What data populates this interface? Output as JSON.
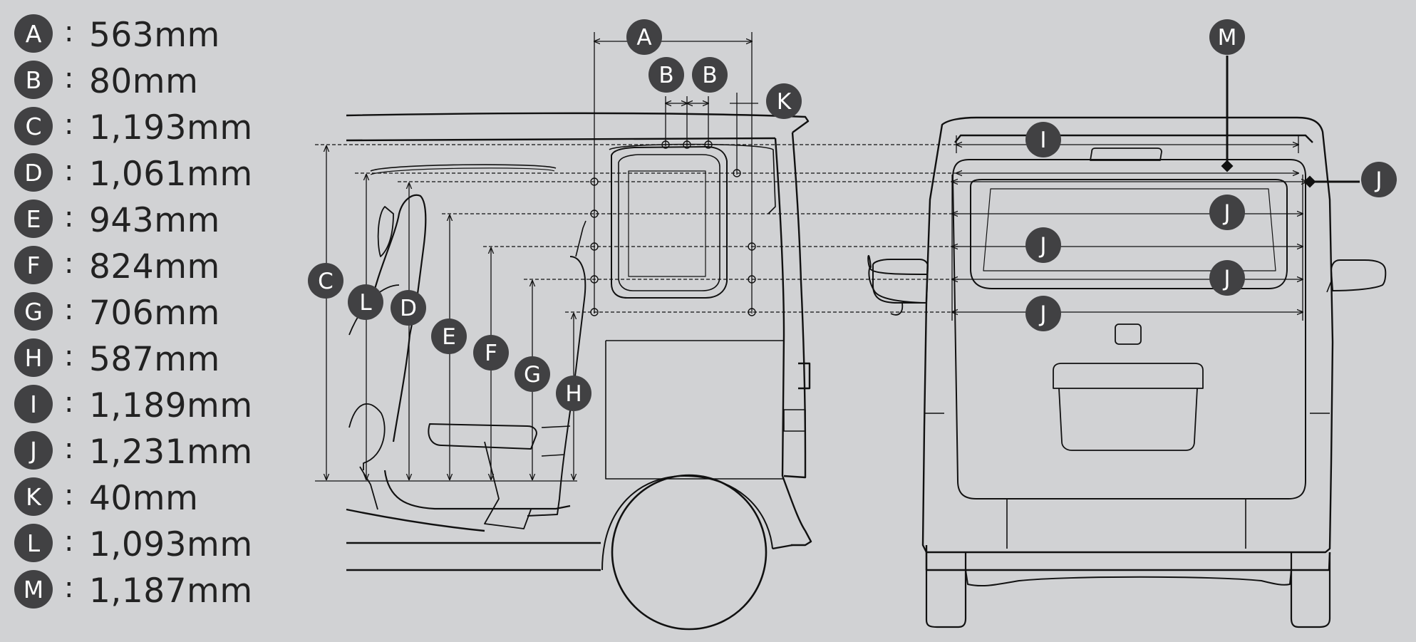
{
  "legend": [
    {
      "letter": "A",
      "value": "563mm"
    },
    {
      "letter": "B",
      "value": "80mm"
    },
    {
      "letter": "C",
      "value": "1,193mm"
    },
    {
      "letter": "D",
      "value": "1,061mm"
    },
    {
      "letter": "E",
      "value": "943mm"
    },
    {
      "letter": "F",
      "value": "824mm"
    },
    {
      "letter": "G",
      "value": "706mm"
    },
    {
      "letter": "H",
      "value": "587mm"
    },
    {
      "letter": "I",
      "value": "1,189mm"
    },
    {
      "letter": "J",
      "value": "1,231mm"
    },
    {
      "letter": "K",
      "value": "40mm"
    },
    {
      "letter": "L",
      "value": "1,093mm"
    },
    {
      "letter": "M",
      "value": "1,187mm"
    }
  ],
  "colon": ":",
  "labels": {
    "A": "A",
    "B": "B",
    "C": "C",
    "D": "D",
    "E": "E",
    "F": "F",
    "G": "G",
    "H": "H",
    "I": "I",
    "J": "J",
    "K": "K",
    "L": "L",
    "M": "M"
  },
  "colors": {
    "background": "#d1d2d4",
    "badge": "#414143",
    "line": "#111111",
    "text": "#222222"
  }
}
